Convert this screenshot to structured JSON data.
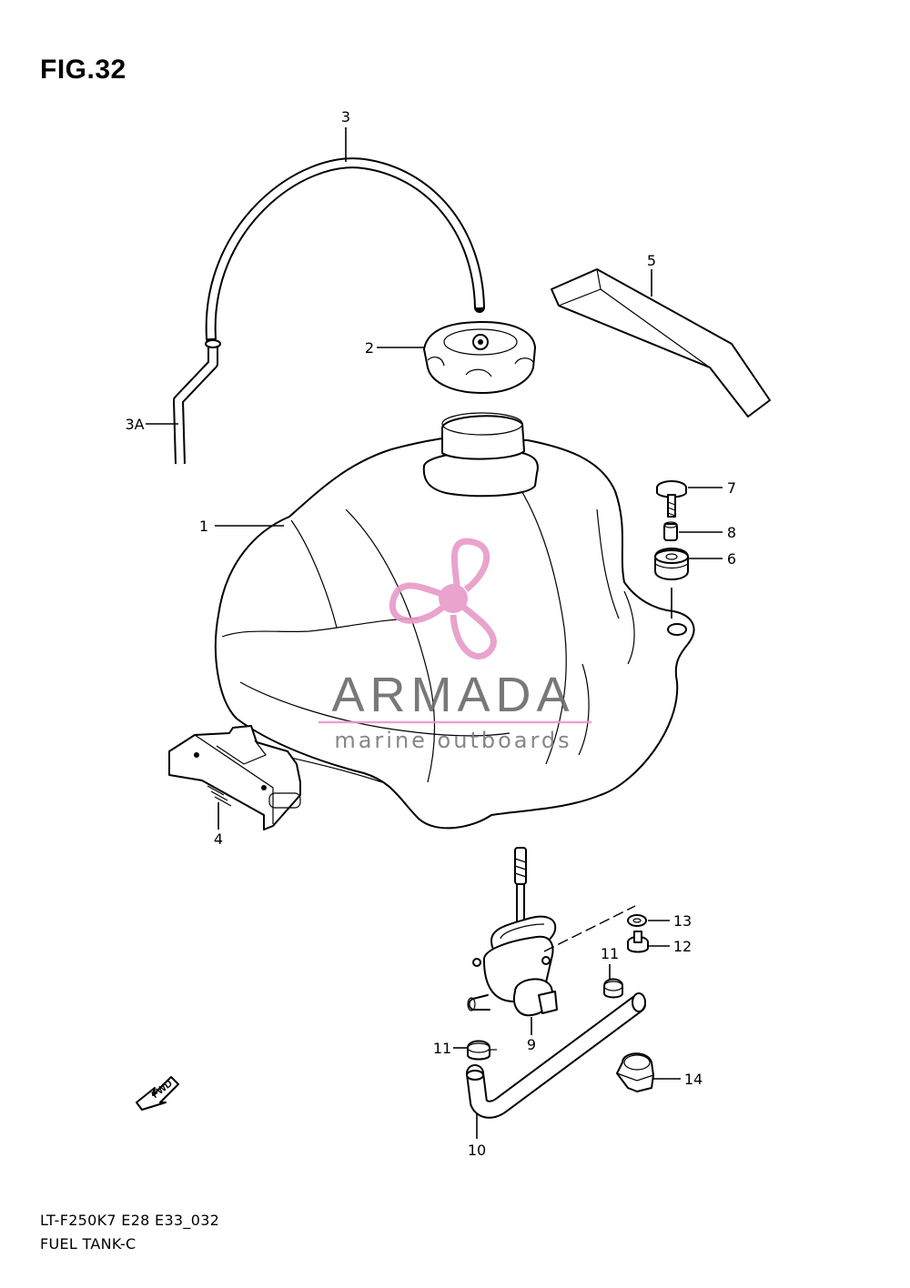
{
  "figure": {
    "title": "FIG.32"
  },
  "callouts": [
    {
      "id": "1",
      "label": "1"
    },
    {
      "id": "2",
      "label": "2"
    },
    {
      "id": "3",
      "label": "3"
    },
    {
      "id": "3A",
      "label": "3A"
    },
    {
      "id": "4",
      "label": "4"
    },
    {
      "id": "5",
      "label": "5"
    },
    {
      "id": "6",
      "label": "6"
    },
    {
      "id": "7",
      "label": "7"
    },
    {
      "id": "8",
      "label": "8"
    },
    {
      "id": "9",
      "label": "9"
    },
    {
      "id": "10",
      "label": "10"
    },
    {
      "id": "11a",
      "label": "11"
    },
    {
      "id": "11b",
      "label": "11"
    },
    {
      "id": "12",
      "label": "12"
    },
    {
      "id": "13",
      "label": "13"
    },
    {
      "id": "14",
      "label": "14"
    }
  ],
  "direction_arrow": {
    "label": "FWD"
  },
  "watermark": {
    "brand": "ARMADA",
    "tagline": "marine outboards",
    "accent_color": "#e79ac8",
    "text_color": "#6a6a6a"
  },
  "footer": {
    "model_code": "LT-F250K7 E28 E33_032",
    "section_name": "FUEL TANK-C"
  }
}
